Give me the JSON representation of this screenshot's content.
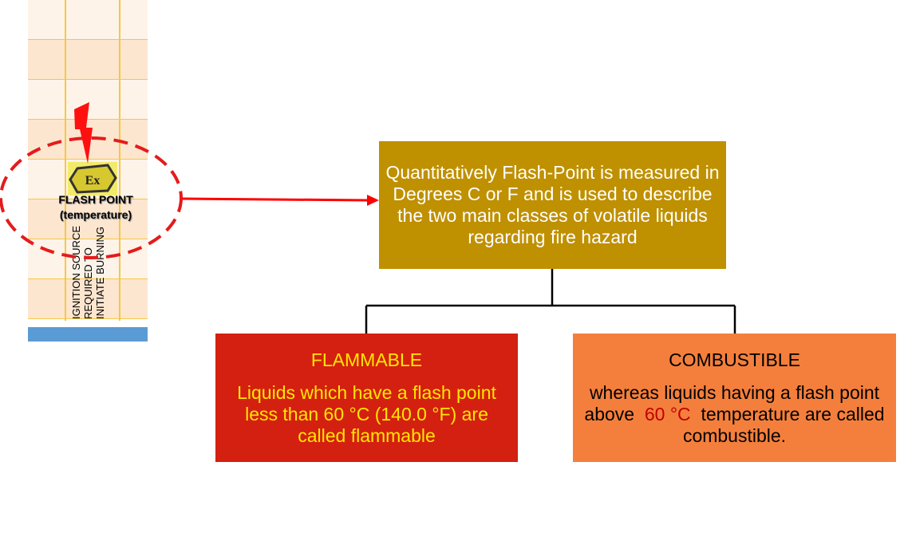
{
  "left_panel": {
    "title": "FLASH POINT",
    "subtitle": "(temperature)",
    "vertical_text": [
      "IGNITION SOURCE",
      "REQUIRED TO",
      "INITIATE BURNING"
    ],
    "icon": "ex-hazard-icon"
  },
  "main_box": {
    "text": "Quantitatively Flash-Point is measured in Degrees C or F and is used to describe the two main classes of volatile liquids regarding fire hazard"
  },
  "flammable": {
    "title": "FLAMMABLE",
    "text": "Liquids which have a flash point less than 60 °C (140.0 °F) are called flammable"
  },
  "combustible": {
    "title": "COMBUSTIBLE",
    "text_before": "whereas liquids having a flash point above",
    "highlight": "60 °C",
    "text_after": "temperature are called combustible."
  },
  "colors": {
    "main": "#bf9000",
    "flammable": "#d42010",
    "combustible": "#f47f3c",
    "arrow": "#ff0000"
  }
}
